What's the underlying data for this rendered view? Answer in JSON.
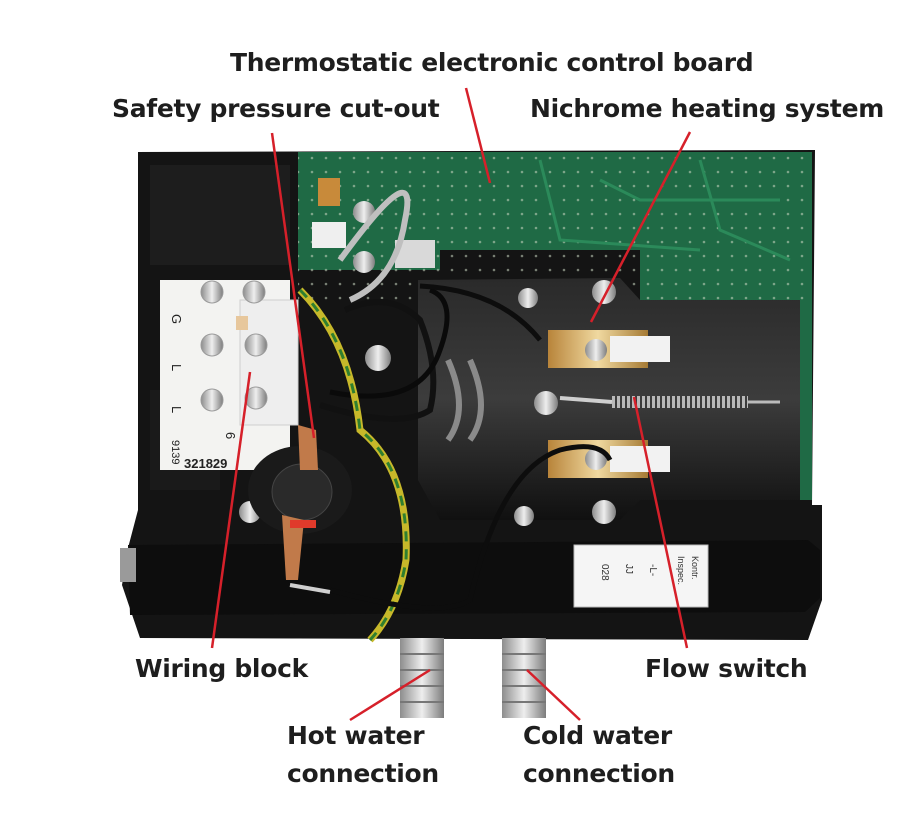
{
  "labels": {
    "thermostatic": "Thermostatic electronic control board",
    "safety": "Safety pressure cut-out",
    "nichrome": "Nichrome heating system",
    "wiring": "Wiring block",
    "flow": "Flow switch",
    "hot_line1": "Hot water",
    "hot_line2": "connection",
    "cold_line1": "Cold water",
    "cold_line2": "connection"
  },
  "terminal_marks": [
    "G",
    "L",
    "L",
    "6",
    "9139"
  ],
  "part_number": "321829",
  "sticker_text": [
    "Kontr.",
    "Inspec.",
    "-L-",
    "JJ",
    "028"
  ],
  "colors": {
    "leader_line": "#d6202a",
    "board_green": "#1f6a45",
    "housing": "#141414",
    "label_text": "#1e1e1e"
  }
}
